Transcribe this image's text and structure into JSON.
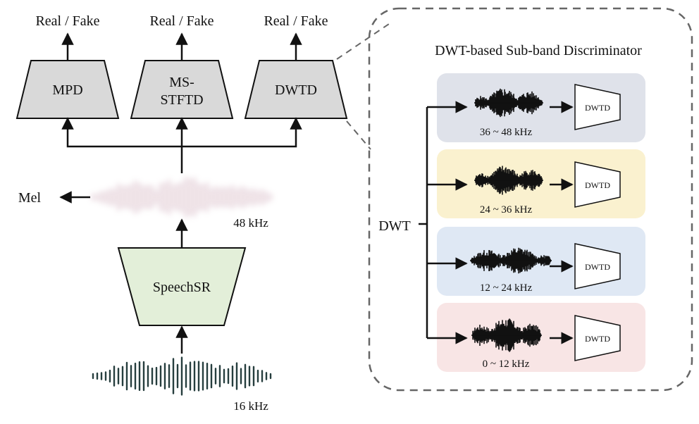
{
  "outputs": [
    "Real / Fake",
    "Real / Fake",
    "Real / Fake"
  ],
  "discriminators": {
    "mpd": "MPD",
    "msstftd_line1": "MS-",
    "msstftd_line2": "STFTD",
    "dwtd": "DWTD"
  },
  "mel_label": "Mel",
  "rate_high": "48 kHz",
  "rate_low": "16 kHz",
  "generator": "SpeechSR",
  "subband_panel": {
    "title": "DWT-based Sub-band Discriminator",
    "dwt_label": "DWT",
    "bands": [
      {
        "range": "36 ~ 48 kHz",
        "disc": "DWTD",
        "color": "#dfe2ea"
      },
      {
        "range": "24 ~ 36 kHz",
        "disc": "DWTD",
        "color": "#faf1cf"
      },
      {
        "range": "12 ~ 24 kHz",
        "disc": "DWTD",
        "color": "#dfe8f4"
      },
      {
        "range": "0 ~ 12 kHz",
        "disc": "DWTD",
        "color": "#f8e5e5"
      }
    ]
  }
}
